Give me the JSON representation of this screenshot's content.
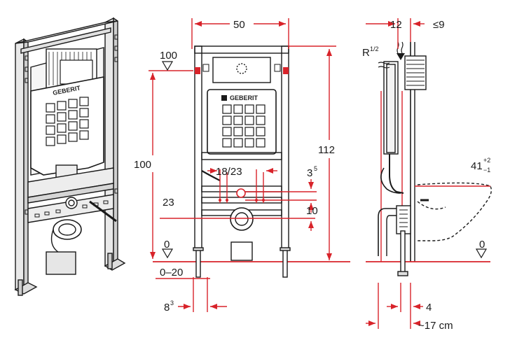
{
  "dimensions": {
    "width_top": "50",
    "height_total": "112",
    "height_left": "100",
    "top_level": "100",
    "pipe_spacing": "18/23",
    "offset_3": "3",
    "offset_3_sup": "5",
    "level_23": "23",
    "level_10": "10",
    "level_0_front": "0",
    "floor_range": "0–20",
    "foot_8": "8",
    "foot_8_sup": "3",
    "side_12": "12",
    "side_le9": "≤9",
    "side_r": "R",
    "side_r_frac": "1/2",
    "side_41": "41",
    "side_41_sup": "+2",
    "side_41_sub": "−1",
    "level_0_side": "0",
    "side_4": "4",
    "side_17": "~17 cm"
  },
  "brand": {
    "name": "GEBERIT"
  },
  "colors": {
    "dim_red": "#d8232a",
    "line_dark": "#1a1a1a"
  }
}
